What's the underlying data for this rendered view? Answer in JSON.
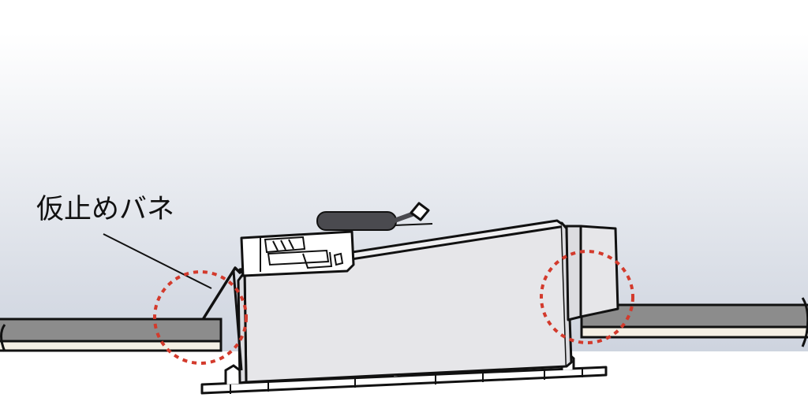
{
  "diagram": {
    "callout_label": "仮止めバネ",
    "colors": {
      "background_top": "#ffffff",
      "background_bottom": "#c9d0dc",
      "ceiling_board": "#8c8c8c",
      "ceiling_underlayer": "#f4efe4",
      "unit_body": "#e6e6e9",
      "outline": "#111111",
      "highlight_circle": "#d33a2c",
      "cord": "#4a4a4f"
    },
    "icons": [
      "spring-clip",
      "power-cord",
      "terminal-block",
      "connector-plug"
    ]
  }
}
